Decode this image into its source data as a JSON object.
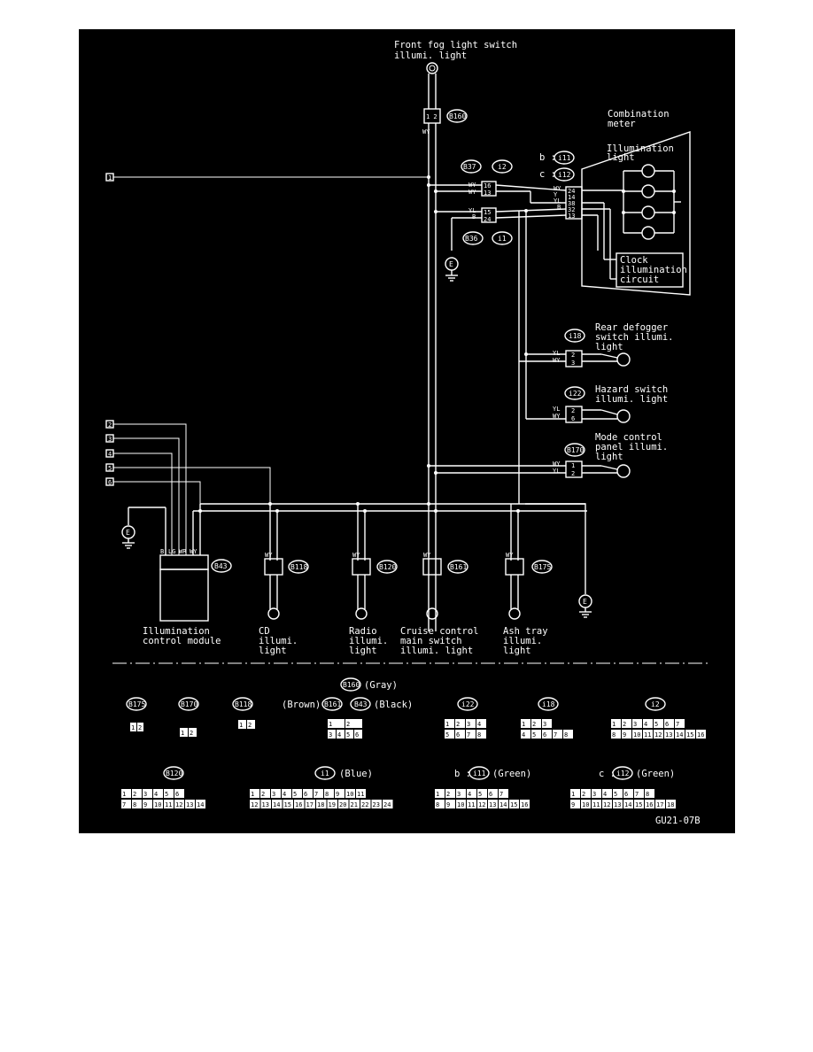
{
  "labels": {
    "front_fog": [
      "Front fog light switch",
      "illumi. light"
    ],
    "combination_meter": [
      "Combination",
      "meter"
    ],
    "illumination_light": [
      "Illumination",
      "light"
    ],
    "clock_circuit": [
      "Clock",
      "illumination",
      "circuit"
    ],
    "rear_defogger": [
      "Rear defogger",
      "switch illumi.",
      "light"
    ],
    "hazard": [
      "Hazard switch",
      "illumi. light"
    ],
    "mode_panel": [
      "Mode control",
      "panel illumi.",
      "light"
    ],
    "illum_module": [
      "Illumination",
      "control module"
    ],
    "cd": [
      "CD",
      "illumi.",
      "light"
    ],
    "radio": [
      "Radio",
      "illumi.",
      "light"
    ],
    "cruise": [
      "Cruise control",
      "main switch",
      "illumi. light"
    ],
    "ash_tray": [
      "Ash tray",
      "illumi.",
      "light"
    ],
    "code": "GU21-07B"
  },
  "connectors": {
    "b160": "B160",
    "b37": "B37",
    "i2": "i2",
    "b36": "B36",
    "i1": "i1",
    "i11": "i11",
    "i12": "i12",
    "i18": "i18",
    "i22": "i22",
    "b170": "B170",
    "b43": "B43",
    "b118": "B118",
    "b120": "B120",
    "b161": "B161",
    "b175": "B175"
  },
  "terminal_numbers": [
    "1",
    "2",
    "3",
    "4",
    "5",
    "6"
  ],
  "ground": "E",
  "prefix": {
    "b": "b :",
    "c": "c :"
  },
  "wire_codes": {
    "wy": "WY",
    "yl": "YL",
    "b": "B",
    "y": "Y",
    "w": "W",
    "lg": "LG",
    "wr": "WR",
    "b160_pins": "1 2",
    "b37_pins": [
      "16",
      "13"
    ],
    "b36_pins": [
      "15",
      "24"
    ],
    "meter_pins": [
      "24",
      "14",
      "38",
      "32",
      "13"
    ],
    "i18_pins": [
      "2",
      "3"
    ],
    "i22_pins": [
      "2",
      "6"
    ],
    "b170_pins": [
      "1",
      "2"
    ]
  },
  "legend": {
    "b160_color": "(Gray)",
    "brown": "(Brown)",
    "black": "(Black)",
    "blue": "(Blue)",
    "green": "(Green)",
    "b175_pins": [
      "1",
      "2"
    ],
    "b170_pins": [
      "1",
      "2"
    ],
    "b118_pins": [
      "1",
      "2"
    ],
    "b161_row1": [
      "1",
      "2"
    ],
    "b161_row2": [
      "3",
      "4",
      "5",
      "6"
    ],
    "i22_row1": [
      "1",
      "2",
      "3",
      "4"
    ],
    "i22_row2": [
      "5",
      "6",
      "7",
      "8"
    ],
    "i18_row1": [
      "1",
      "2",
      "3"
    ],
    "i18_row2": [
      "4",
      "5",
      "6",
      "7",
      "8"
    ],
    "i2_row1": [
      "1",
      "2",
      "3",
      "4",
      "5",
      "6",
      "7"
    ],
    "i2_row2": [
      "8",
      "9",
      "10",
      "11",
      "12",
      "13",
      "14",
      "15",
      "16"
    ],
    "b120_row1": [
      "1",
      "2",
      "3",
      "4",
      "5",
      "6"
    ],
    "b120_row2": [
      "7",
      "8",
      "9",
      "10",
      "11",
      "12",
      "13",
      "14"
    ],
    "i1_row1": [
      "1",
      "2",
      "3",
      "4",
      "5",
      "6",
      "7",
      "8",
      "9",
      "10",
      "11"
    ],
    "i1_row2": [
      "12",
      "13",
      "14",
      "15",
      "16",
      "17",
      "18",
      "19",
      "20",
      "21",
      "22",
      "23",
      "24"
    ],
    "i11_row1": [
      "1",
      "2",
      "3",
      "4",
      "5",
      "6",
      "7"
    ],
    "i11_row2": [
      "8",
      "9",
      "10",
      "11",
      "12",
      "13",
      "14",
      "15",
      "16"
    ],
    "i12_row1": [
      "1",
      "2",
      "3",
      "4",
      "5",
      "6",
      "7",
      "8"
    ],
    "i12_row2": [
      "9",
      "10",
      "11",
      "12",
      "13",
      "14",
      "15",
      "16",
      "17",
      "18"
    ]
  }
}
